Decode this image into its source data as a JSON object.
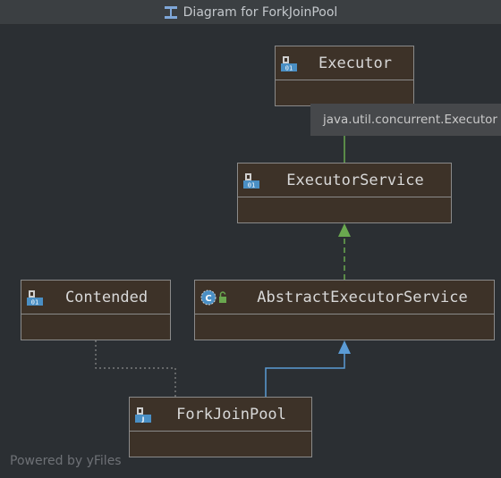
{
  "window": {
    "title": "Diagram for ForkJoinPool"
  },
  "nodes": {
    "executor": {
      "name": "Executor",
      "kind": "interface"
    },
    "executor_service": {
      "name": "ExecutorService",
      "kind": "interface"
    },
    "contended": {
      "name": "Contended",
      "kind": "annotation"
    },
    "abstract_executor_service": {
      "name": "AbstractExecutorService",
      "kind": "abstract-class"
    },
    "fork_join_pool": {
      "name": "ForkJoinPool",
      "kind": "class"
    }
  },
  "tooltip": {
    "text": "java.util.concurrent.Executor"
  },
  "footer": {
    "powered_by": "Powered by yFiles"
  },
  "colors": {
    "interface_edge": "#6aa84f",
    "extends_edge": "#5b9bd5",
    "dependency_edge": "#8a8a8a",
    "node_fill": "#3d3228",
    "background": "#2b2f33"
  }
}
